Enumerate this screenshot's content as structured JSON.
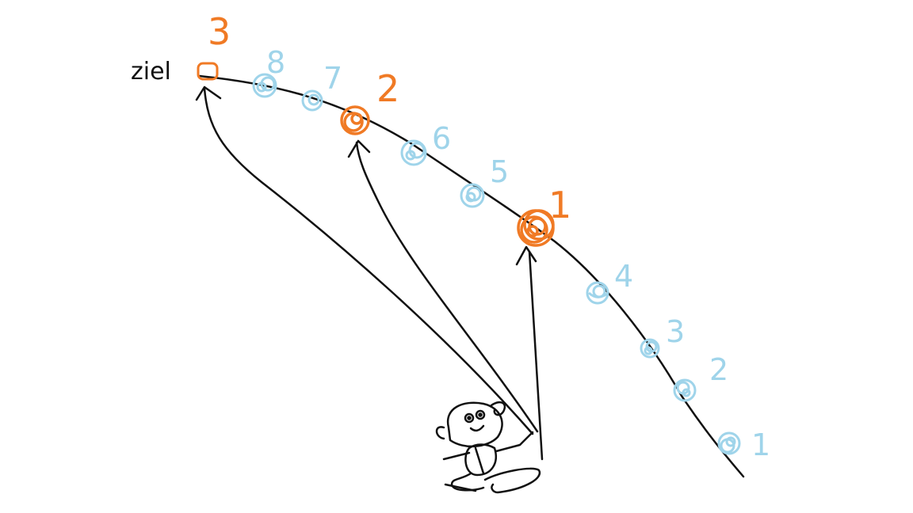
{
  "colors": {
    "line": "#111111",
    "blue": "#9fd4ea",
    "blue_dark": "#2a86c7",
    "orange": "#f07a25"
  },
  "target_label": "ziel",
  "blue_labels": [
    "1",
    "2",
    "3",
    "4",
    "5",
    "6",
    "7",
    "8"
  ],
  "orange_labels": [
    "1",
    "2",
    "3"
  ],
  "icons": [
    "stick-figure-person",
    "arrow-up",
    "target-square",
    "scribble-dot"
  ]
}
